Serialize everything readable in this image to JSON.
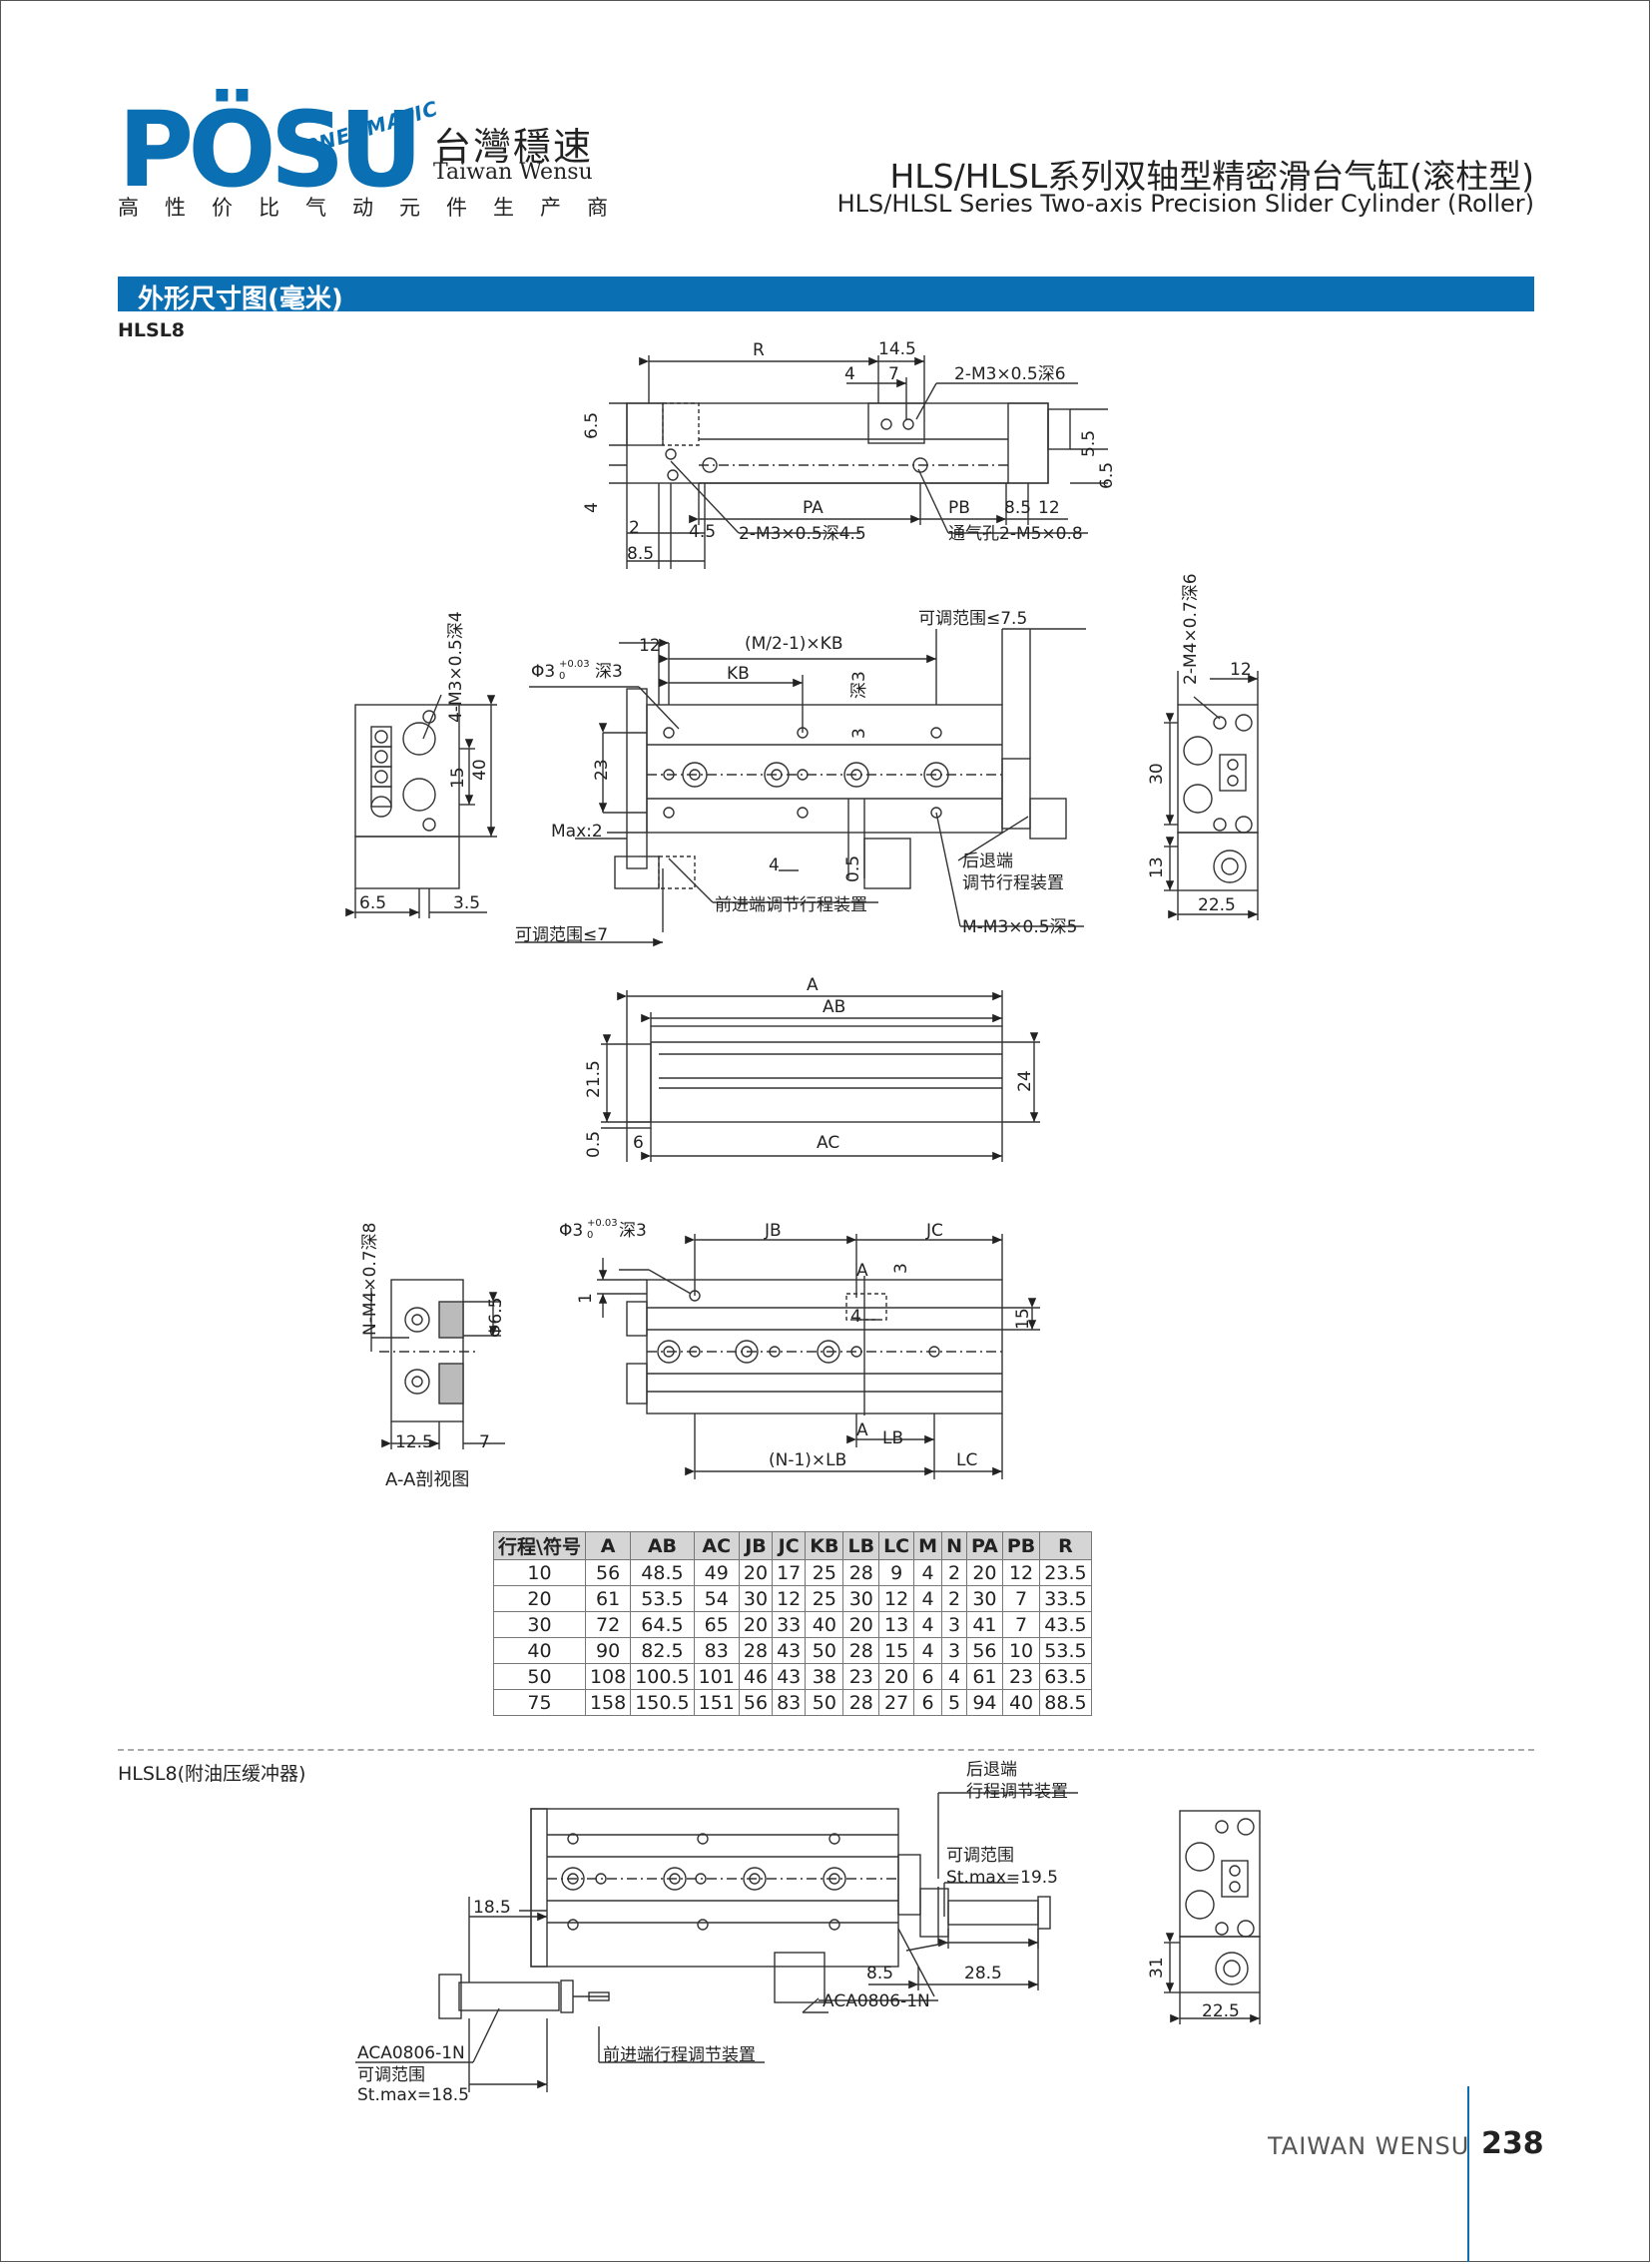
{
  "brand": {
    "logo_text": "PÖSU",
    "logo_sub": "PNEUMATIC",
    "cn_name": "台灣穩速",
    "en_name": "Taiwan Wensu",
    "slogan": "高性价比气动元件生产商"
  },
  "title": {
    "cn": "HLS/HLSL系列双轴型精密滑台气缸(滚柱型)",
    "en": "HLS/HLSL Series Two-axis Precision Slider Cylinder (Roller)"
  },
  "section_label": "外形尺寸图(毫米)",
  "model_label": "HLSL8",
  "model_label_2": "HLSL8(附油压缓冲器)",
  "section_view_label": "A-A剖视图",
  "labels": {
    "R": "R",
    "d145": "14.5",
    "d4": "4",
    "d7": "7",
    "m3x05d6": "2-M3×0.5深6",
    "d65a": "6.5",
    "d4b": "4",
    "d55": "5.5",
    "d65b": "6.5",
    "PA": "PA",
    "PB": "PB",
    "d85": "8.5",
    "d12": "12",
    "d2": "2",
    "d45": "4.5",
    "d85b": "8.5",
    "m3x05d45": "2-M3×0.5深4.5",
    "vent": "通气孔2-M5×0.8",
    "adj75": "可调范围≤7.5",
    "mkb": "(M/2-1)×KB",
    "d12b": "12",
    "phi3": "Φ3",
    "tol": "+0.03",
    "tol0": "0",
    "deep3": "深3",
    "KB": "KB",
    "d23": "23",
    "maxd2": "Max:2",
    "d4c": "4",
    "d05": "0.5",
    "d3": "3",
    "deep3b": "深3",
    "rear_adj1": "后退端",
    "rear_adj2": "调节行程装置",
    "front_adj": "前进端调节行程装置",
    "mm3": "M-M3×0.5深5",
    "adj7": "可调范围≤7",
    "m3x05d4": "4-M3×0.5深4",
    "d40": "40",
    "d15": "15",
    "d65c": "6.5",
    "d35": "3.5",
    "m4x07d6": "2-M4×0.7深6",
    "d12c": "12",
    "d30": "30",
    "d13": "13",
    "d225": "22.5",
    "A": "A",
    "AB": "AB",
    "AC": "AC",
    "d215": "21.5",
    "d24": "24",
    "d05b": "0.5",
    "d6": "6",
    "nm4": "N-M4×0.7深8",
    "phi65": "Φ6.5",
    "d125": "12.5",
    "d7b": "7",
    "JB": "JB",
    "JC": "JC",
    "Aa": "A",
    "d1": "1",
    "d4d": "4",
    "d15b": "15",
    "LB": "LB",
    "nlb": "(N-1)×LB",
    "LC": "LC",
    "Ab": "A",
    "rear2a": "后退端",
    "rear2b": "行程调节装置",
    "adjr": "可调范围",
    "stmax195": "St.max=19.5",
    "d185": "18.5",
    "d85c": "8.5",
    "d285": "28.5",
    "aca1": "ACA0806-1N",
    "aca2": "ACA0806-1N",
    "front2": "前进端行程调节装置",
    "adjr2": "可调范围",
    "stmax185": "St.max=18.5",
    "d31": "31",
    "d225b": "22.5"
  },
  "table": {
    "headers": [
      "行程\\符号",
      "A",
      "AB",
      "AC",
      "JB",
      "JC",
      "KB",
      "LB",
      "LC",
      "M",
      "N",
      "PA",
      "PB",
      "R"
    ],
    "rows": [
      [
        "10",
        "56",
        "48.5",
        "49",
        "20",
        "17",
        "25",
        "28",
        "9",
        "4",
        "2",
        "20",
        "12",
        "23.5"
      ],
      [
        "20",
        "61",
        "53.5",
        "54",
        "30",
        "12",
        "25",
        "30",
        "12",
        "4",
        "2",
        "30",
        "7",
        "33.5"
      ],
      [
        "30",
        "72",
        "64.5",
        "65",
        "20",
        "33",
        "40",
        "20",
        "13",
        "4",
        "3",
        "41",
        "7",
        "43.5"
      ],
      [
        "40",
        "90",
        "82.5",
        "83",
        "28",
        "43",
        "50",
        "28",
        "15",
        "4",
        "3",
        "56",
        "10",
        "53.5"
      ],
      [
        "50",
        "108",
        "100.5",
        "101",
        "46",
        "43",
        "38",
        "23",
        "20",
        "6",
        "4",
        "61",
        "23",
        "63.5"
      ],
      [
        "75",
        "158",
        "150.5",
        "151",
        "56",
        "83",
        "50",
        "28",
        "27",
        "6",
        "5",
        "94",
        "40",
        "88.5"
      ]
    ]
  },
  "footer": {
    "company": "TAIWAN WENSU",
    "page": "238"
  },
  "colors": {
    "brand_blue": "#0b6fb3"
  }
}
